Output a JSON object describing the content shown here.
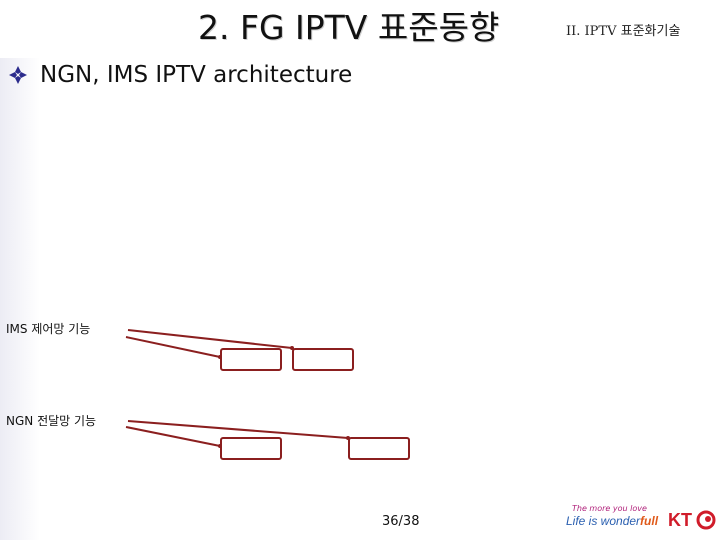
{
  "slide": {
    "title": "2. FG IPTV 표준동향",
    "section": "II. IPTV 표준화기술",
    "bullet": "NGN, IMS IPTV architecture",
    "captions": {
      "ims": "IMS 제어망 기능",
      "ngn": "NGN 전달망 기능"
    },
    "page_number": "36/38"
  },
  "logo": {
    "tagline": "The more you love",
    "slogan_part1": "Life is wonder",
    "slogan_part2": "full",
    "brand": "KT"
  },
  "colors": {
    "accent": "#8b1f1f",
    "bullet": "#2b2b8c",
    "brand": "#d01c2a"
  },
  "icons": [
    "diamond-bullet-icon",
    "kt-swirl-icon"
  ]
}
